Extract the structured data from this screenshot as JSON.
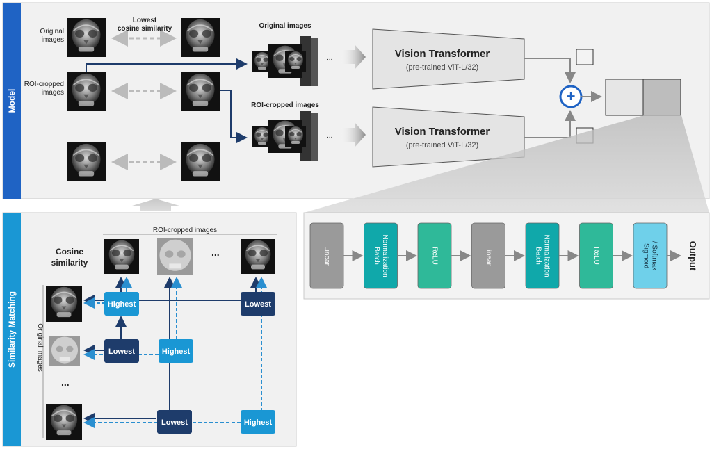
{
  "model_panel": {
    "side_label": "Model",
    "original_images_label": "Original images",
    "roi_cropped_label": "ROI-cropped images",
    "lowest_sim_label": "Lowest cosine similarity",
    "stack_original_label": "Original images",
    "stack_roi_label": "ROI-cropped images",
    "ellipsis": "...",
    "vt_top_title": "Vision Transformer",
    "vt_top_sub": "(pre-trained ViT-L/32)",
    "vt_bottom_title": "Vision Transformer",
    "vt_bottom_sub": "(pre-trained ViT-L/32)",
    "plus_symbol": "+"
  },
  "mlp_panel": {
    "layers": [
      "Linear",
      "Batch Normalization",
      "ReLU",
      "Linear",
      "Batch Normalization",
      "ReLU",
      "Sigmoid / Softmax"
    ],
    "output_label": "Output"
  },
  "matching_panel": {
    "side_label": "Similarity Matching",
    "roi_cropped_label": "ROI-cropped images",
    "cosine_label": "Cosine similarity",
    "original_images_label": "Original images",
    "ellipsis": "...",
    "badges": [
      "Highest",
      "Lowest",
      "Lowest",
      "Highest",
      "Lowest",
      "Highest"
    ]
  },
  "colors": {
    "model_side": "#1f63c4",
    "matching_side": "#1a97d4",
    "linear": "#9a9a9a",
    "batchnorm": "#10a8aa",
    "relu": "#2fb999",
    "sigmoid": "#6fd0ea",
    "badge_light": "#1a97d4",
    "badge_dark": "#1e3c6b",
    "arrow_dark": "#1e3c6b",
    "arrow_light": "#2a8fd0"
  }
}
